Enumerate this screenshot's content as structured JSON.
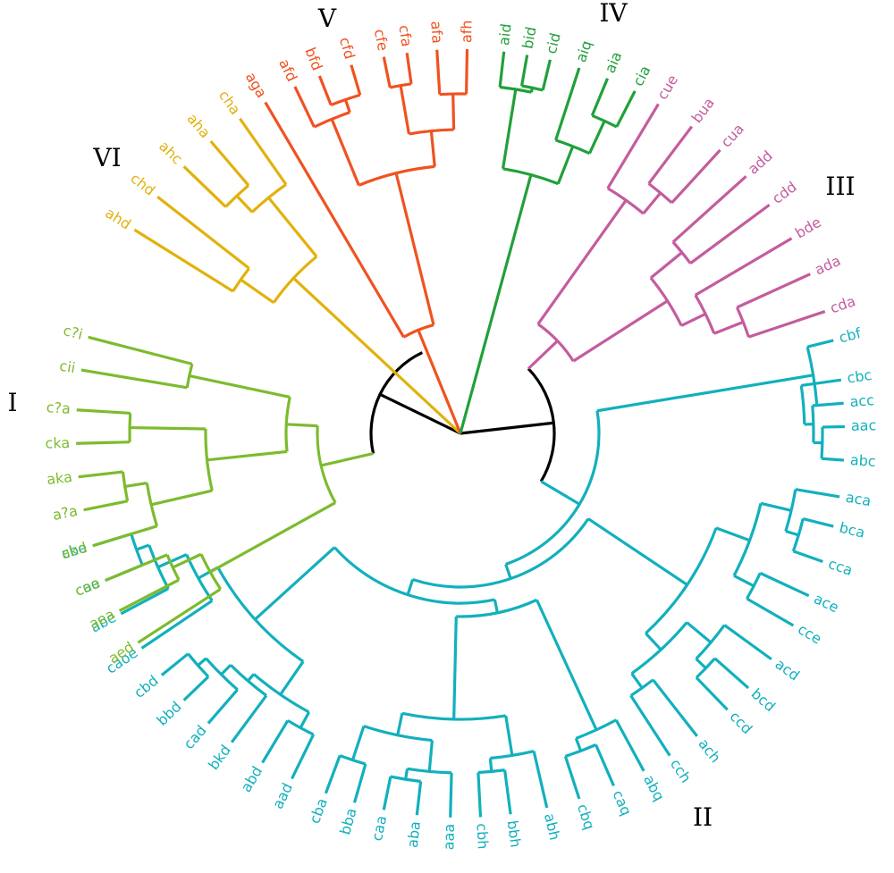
{
  "colors": {
    "root": "#000000",
    "I": "#7dbb2e",
    "II": "#12b0bd",
    "III": "#c45c9e",
    "IV": "#21a03a",
    "V": "#f05220",
    "VI": "#e2b10c"
  },
  "group_labels": [
    "I",
    "II",
    "III",
    "IV",
    "V",
    "VI"
  ],
  "clades": {
    "I": {
      "roman": "I",
      "leaves": [
        "c?i",
        "cii",
        "c?a",
        "cka",
        "aka",
        "a?a",
        "akd",
        "cea",
        "aea",
        "aed"
      ]
    },
    "II": {
      "roman": "II",
      "leaves": [
        "cbf",
        "cbc",
        "acc",
        "aac",
        "abc",
        "aca",
        "bca",
        "cca",
        "ace",
        "cce",
        "acd",
        "bcd",
        "ccd",
        "ach",
        "cch",
        "abq",
        "caq",
        "cbq",
        "abh",
        "bbh",
        "cbh",
        "aaa",
        "aba",
        "caa",
        "bba",
        "cba",
        "aad",
        "abd",
        "bkd",
        "cad",
        "bbd",
        "cbd",
        "caoe",
        "abe",
        "cae",
        "cbe"
      ]
    },
    "III": {
      "roman": "III",
      "leaves": [
        "cue",
        "bua",
        "cua",
        "add",
        "cdd",
        "bde",
        "ada",
        "cda"
      ]
    },
    "IV": {
      "roman": "IV",
      "leaves": [
        "aid",
        "bid",
        "cid",
        "aiq",
        "aia",
        "cia"
      ]
    },
    "V": {
      "roman": "V",
      "leaves": [
        "aga",
        "afd",
        "bfd",
        "cfd",
        "cfe",
        "cfa",
        "afa",
        "afh"
      ]
    },
    "VI": {
      "roman": "VI",
      "leaves": [
        "cha",
        "aha",
        "ahc",
        "chd",
        "ahd"
      ]
    }
  }
}
